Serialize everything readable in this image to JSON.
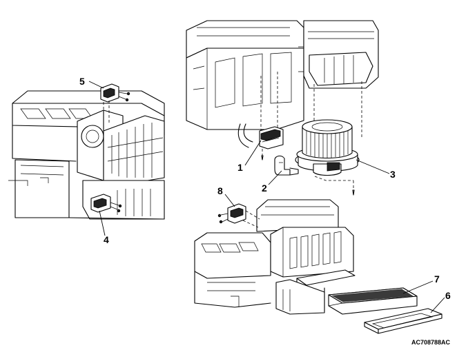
{
  "figure": {
    "drawing_code": "AC708788AC",
    "callouts": [
      {
        "id": "c1",
        "label": "1"
      },
      {
        "id": "c2",
        "label": "2"
      },
      {
        "id": "c3",
        "label": "3"
      },
      {
        "id": "c4",
        "label": "4"
      },
      {
        "id": "c5",
        "label": "5"
      },
      {
        "id": "c6",
        "label": "6"
      },
      {
        "id": "c7",
        "label": "7"
      },
      {
        "id": "c8",
        "label": "8"
      }
    ]
  }
}
